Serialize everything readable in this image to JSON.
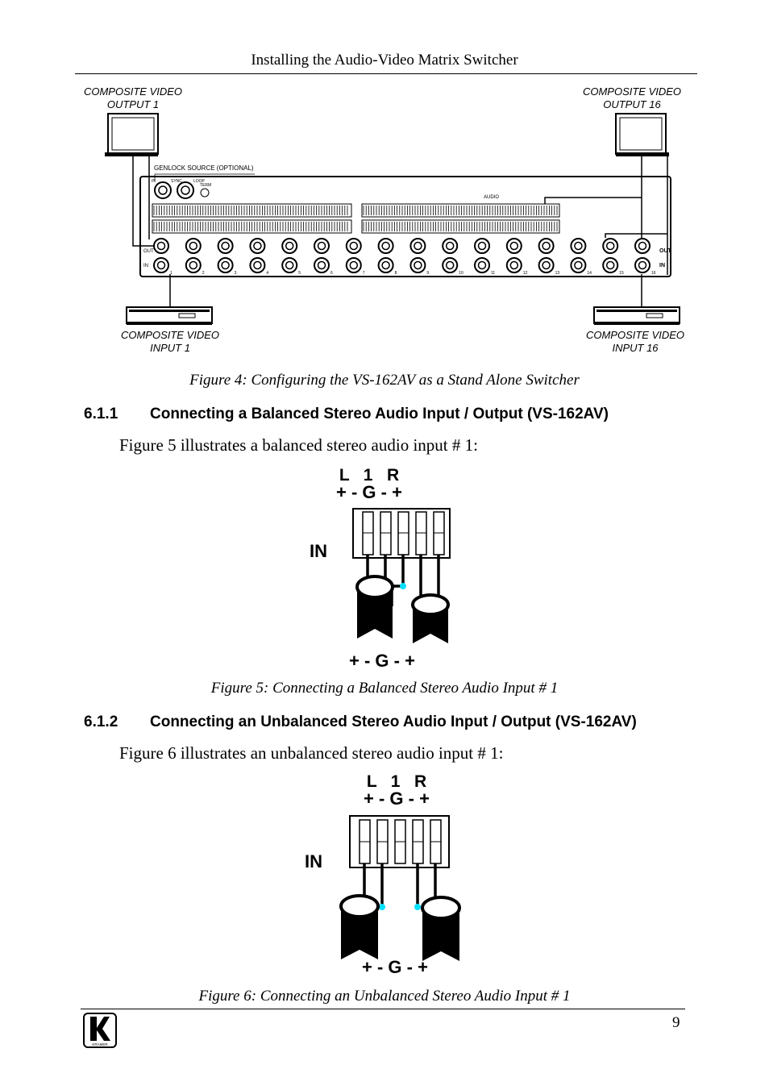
{
  "header": {
    "title": "Installing the Audio-Video Matrix Switcher"
  },
  "figure4": {
    "label_out1_line1": "COMPOSITE VIDEO",
    "label_out1_line2": "OUTPUT 1",
    "label_out16_line1": "COMPOSITE VIDEO",
    "label_out16_line2": "OUTPUT 16",
    "label_in1_line1": "COMPOSITE VIDEO",
    "label_in1_line2": "INPUT 1",
    "label_in16_line1": "COMPOSITE VIDEO",
    "label_in16_line2": "INPUT 16",
    "genlock_label": "GENLOCK SOURCE (OPTIONAL)",
    "panel_in": "IN",
    "panel_sync": "SYNC",
    "panel_loop": "LOOP",
    "panel_term": "TERM",
    "panel_audio": "AUDIO",
    "row_out": "OUT",
    "row_in": "IN",
    "channel_numbers": [
      "1",
      "2",
      "3",
      "4",
      "5",
      "6",
      "7",
      "8",
      "9",
      "10",
      "11",
      "12",
      "13",
      "14",
      "15",
      "16"
    ],
    "caption": "Figure 4: Configuring the VS-162AV as a Stand Alone Switcher"
  },
  "section611": {
    "number": "6.1.1",
    "title": "Connecting a Balanced Stereo Audio Input / Output (VS-162AV)",
    "intro": "Figure 5 illustrates a balanced stereo audio input # 1:"
  },
  "figure5": {
    "top_channel": "L   1   R",
    "top_pins": "+ - G - +",
    "side_label": "IN",
    "bottom_pins": "+ - G - +",
    "caption": "Figure 5: Connecting a Balanced Stereo Audio Input # 1"
  },
  "section612": {
    "number": "6.1.2",
    "title": "Connecting an Unbalanced Stereo Audio Input / Output (VS-162AV)",
    "intro": "Figure 6 illustrates an unbalanced stereo audio input # 1:"
  },
  "figure6": {
    "top_channel": "L   1   R",
    "top_pins": "+ - G - +",
    "side_label": "IN",
    "bottom_pins": "+ - G - +",
    "caption": "Figure 6: Connecting an Unbalanced Stereo Audio Input # 1"
  },
  "footer": {
    "page_number": "9",
    "logo_text": "KRAMER"
  },
  "colors": {
    "wire_joint": "#00e0ff",
    "ink": "#000000"
  }
}
